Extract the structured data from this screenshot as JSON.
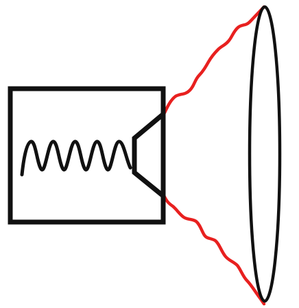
{
  "diagram": {
    "background": "#ffffff",
    "stroke_color": "#111111",
    "beam_color": "#e8201f",
    "parts": [
      {
        "name": "housing-box",
        "icon": "square-outline-icon"
      },
      {
        "name": "heating-filament",
        "icon": "coil-icon"
      },
      {
        "name": "lens-mount",
        "icon": "trapezoid-icon"
      },
      {
        "name": "beam-upper-edge",
        "icon": "wavy-line-icon"
      },
      {
        "name": "beam-lower-edge",
        "icon": "wavy-line-icon"
      },
      {
        "name": "output-lens",
        "icon": "ellipse-icon"
      }
    ]
  }
}
